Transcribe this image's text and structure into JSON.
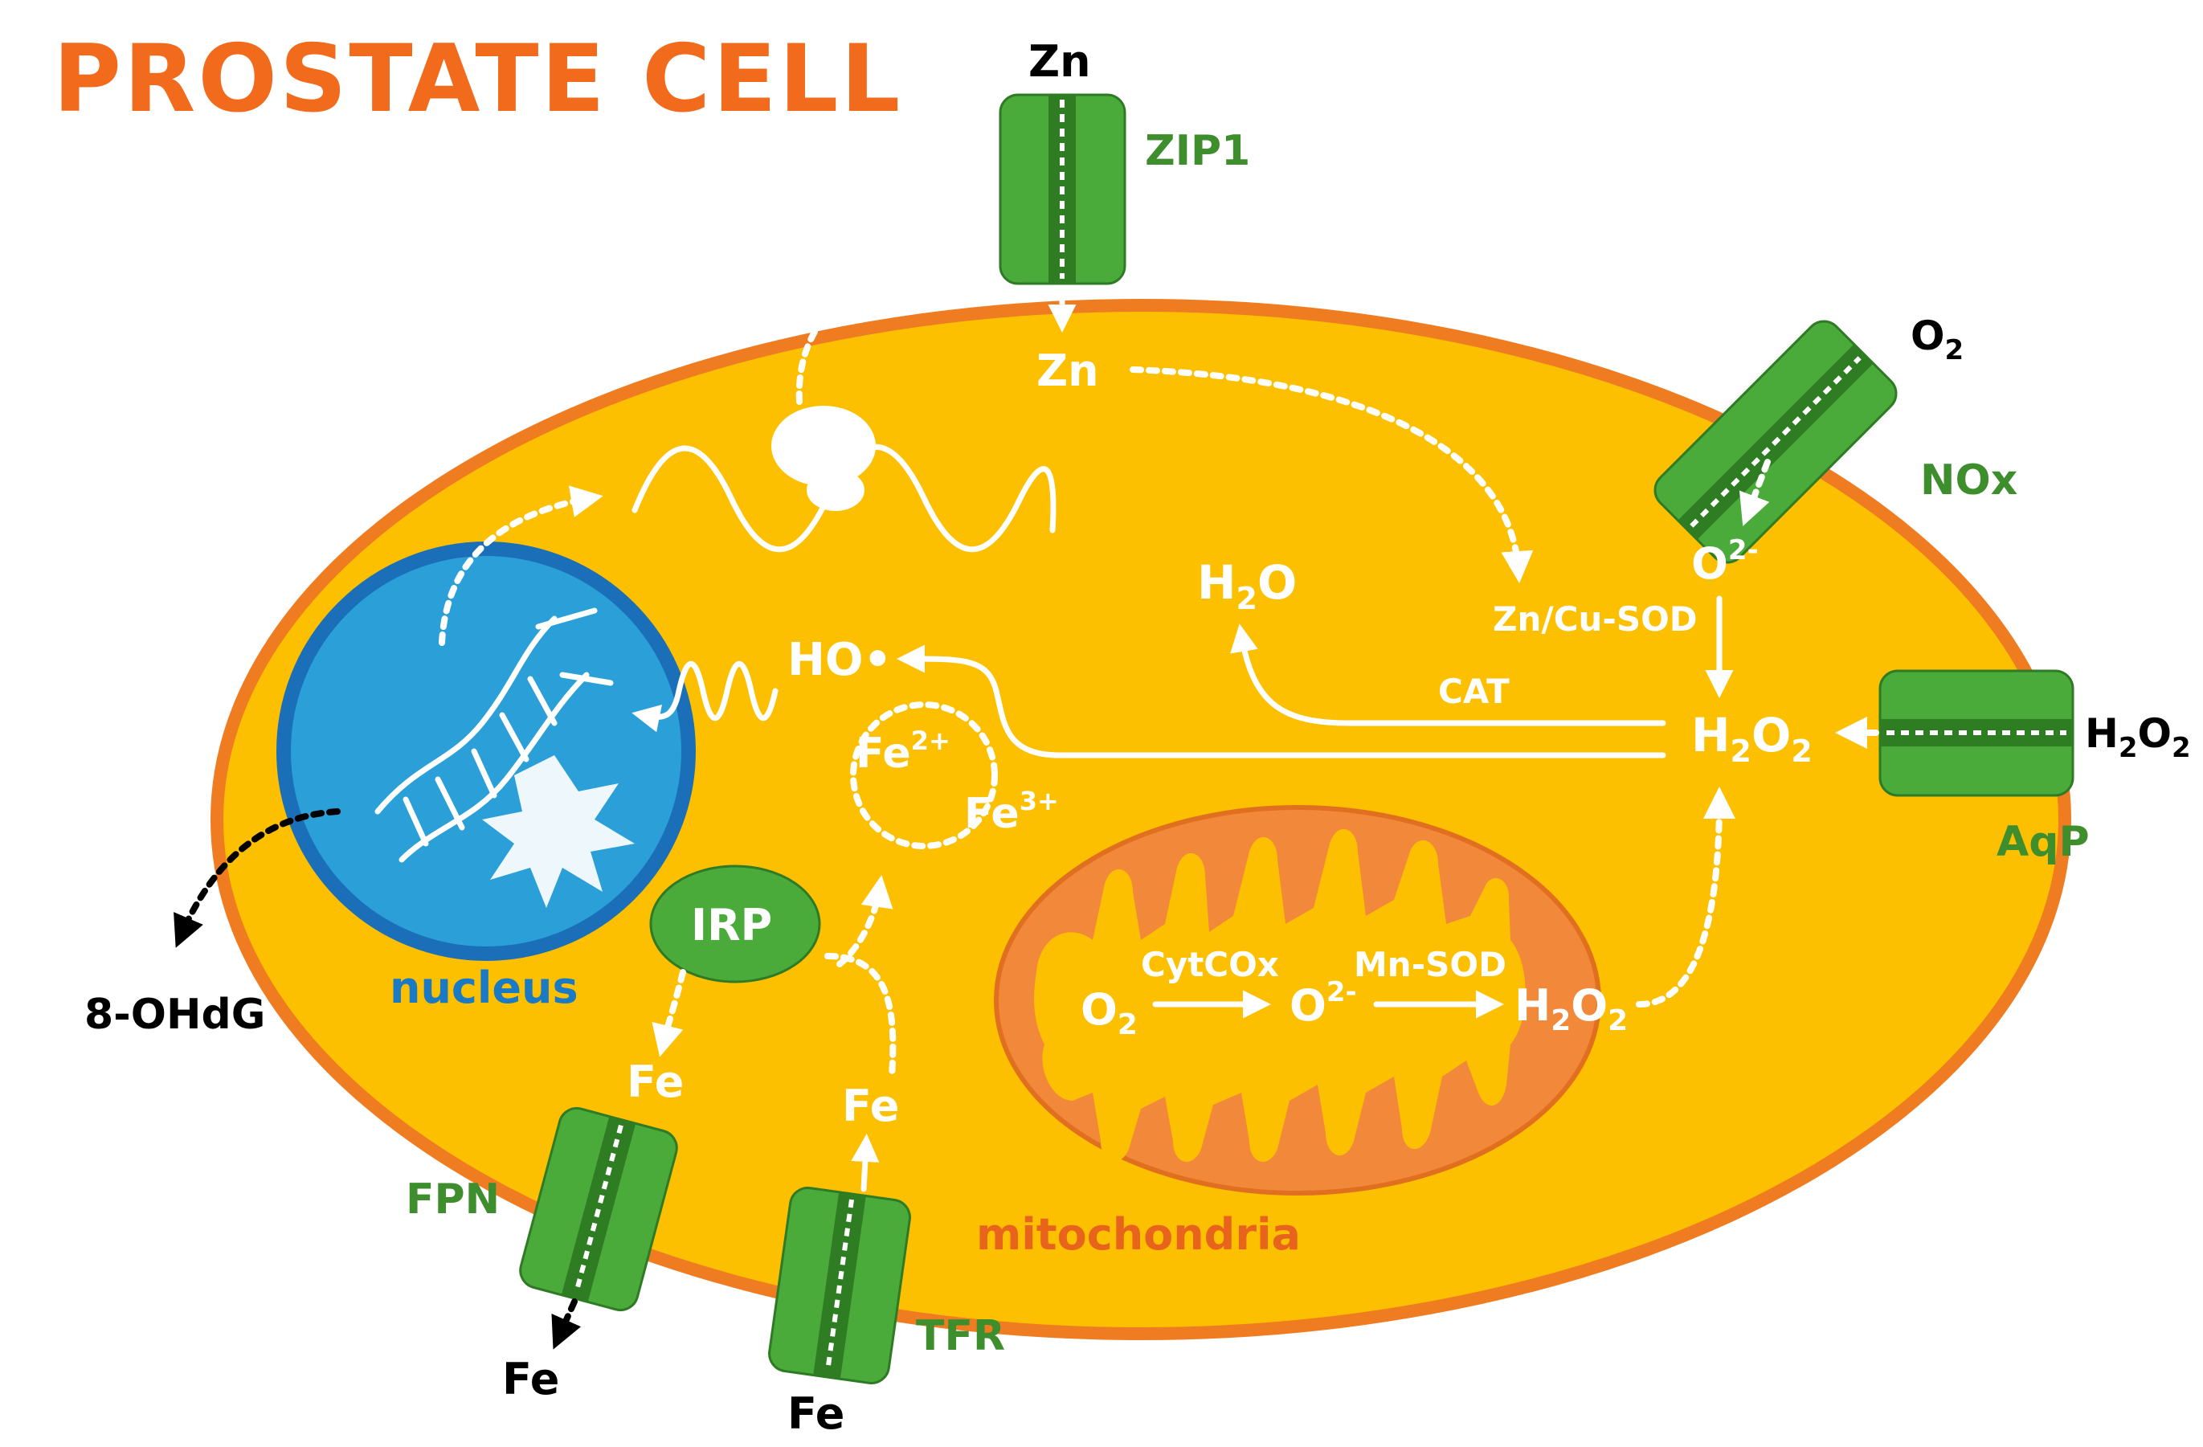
{
  "title": "PROSTATE CELL",
  "compartments": {
    "nucleus": "nucleus",
    "mitochondria": "mitochondria"
  },
  "transporters": {
    "zip1": {
      "label": "ZIP1",
      "outside": "Zn",
      "inside": "Zn"
    },
    "nox": {
      "label": "NOx",
      "outside": "O",
      "outside_sub": "2"
    },
    "aqp": {
      "label": "AqP",
      "outside": "H",
      "outside_sub1": "2",
      "outside_mid": "O",
      "outside_sub2": "2"
    },
    "fpn": {
      "label": "FPN",
      "inside": "Fe",
      "outside": "Fe"
    },
    "tfr": {
      "label": "TFR",
      "inside": "Fe",
      "outside": "Fe"
    }
  },
  "cytosol": {
    "superoxide": {
      "base": "O",
      "sup": "2-"
    },
    "sod": "Zn/Cu-SOD",
    "h2o": {
      "a": "H",
      "sub": "2",
      "b": "O"
    },
    "cat": "CAT",
    "h2o2": {
      "a": "H",
      "sub1": "2",
      "b": "O",
      "sub2": "2"
    },
    "hydroxyl": "HO•",
    "fe2": {
      "base": "Fe",
      "sup": "2+"
    },
    "fe3": {
      "base": "Fe",
      "sup": "3+"
    },
    "irp": "IRP",
    "damage_product": "8-OHdG"
  },
  "mito": {
    "o2": {
      "base": "O",
      "sub": "2"
    },
    "cytcox": "CytCOx",
    "superoxide": {
      "base": "O",
      "sup": "2-"
    },
    "mnsod": "Mn-SOD",
    "h2o2": {
      "a": "H",
      "sub1": "2",
      "b": "O",
      "sub2": "2"
    }
  },
  "colors": {
    "cytoplasm": "#fcc000",
    "membrane": "#f07c22",
    "transporter": "#4aab3a",
    "transporter_text": "#3e8e2e",
    "nucleus": "#2a9fd8",
    "nucleus_border": "#1a6fb8",
    "mitochondria": "#f2883a",
    "title": "#f26a1b"
  }
}
